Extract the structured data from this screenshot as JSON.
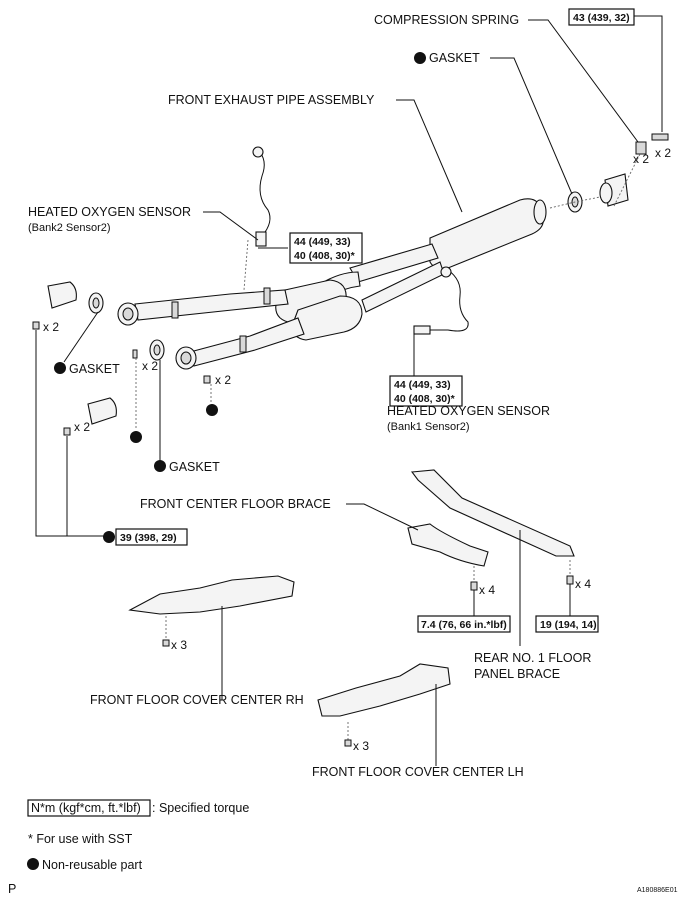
{
  "labels": {
    "compression_spring": "COMPRESSION SPRING",
    "gasket_top": "GASKET",
    "front_exhaust_pipe": "FRONT EXHAUST PIPE ASSEMBLY",
    "hos_bank2": "HEATED OXYGEN SENSOR",
    "hos_bank2_sub": "(Bank2 Sensor2)",
    "gasket_left": "GASKET",
    "gasket_bottom": "GASKET",
    "hos_bank1": "HEATED OXYGEN SENSOR",
    "hos_bank1_sub": "(Bank1 Sensor2)",
    "front_center_floor_brace": "FRONT CENTER FLOOR BRACE",
    "rear_brace_line1": "REAR NO. 1 FLOOR",
    "rear_brace_line2": "PANEL BRACE",
    "floor_cover_rh": "FRONT FLOOR COVER CENTER RH",
    "floor_cover_lh": "FRONT FLOOR COVER CENTER LH"
  },
  "torques": {
    "t43": "43 (439, 32)",
    "t44_top_1": "44 (449, 33)",
    "t40_top_2": "40 (408, 30)*",
    "t44_bot_1": "44 (449, 33)",
    "t40_bot_2": "40 (408, 30)*",
    "t39": "39 (398, 29)",
    "t74": "7.4 (76, 66 in.*lbf)",
    "t19": "19 (194, 14)"
  },
  "quantities": {
    "spring_x2": "x 2",
    "bolt_x2": "x 2",
    "nut_left_x2": "x 2",
    "stud_x2": "x 2",
    "nut_mid_x2": "x 2",
    "nut_low_x2": "x 2",
    "brace_x4_a": "x 4",
    "brace_x4_b": "x 4",
    "cover_rh_x3": "x 3",
    "cover_lh_x3": "x 3"
  },
  "legend": {
    "unit_box": "N*m (kgf*cm, ft.*lbf)",
    "unit_desc": ": Specified torque",
    "sst_note": "* For use with SST",
    "nonreusable": "Non-reusable part"
  },
  "footer": {
    "page_letter": "P",
    "figure_id": "A180886E01"
  },
  "colors": {
    "ink": "#111111",
    "part_fill": "#f4f4f4",
    "marker": "#111111"
  }
}
